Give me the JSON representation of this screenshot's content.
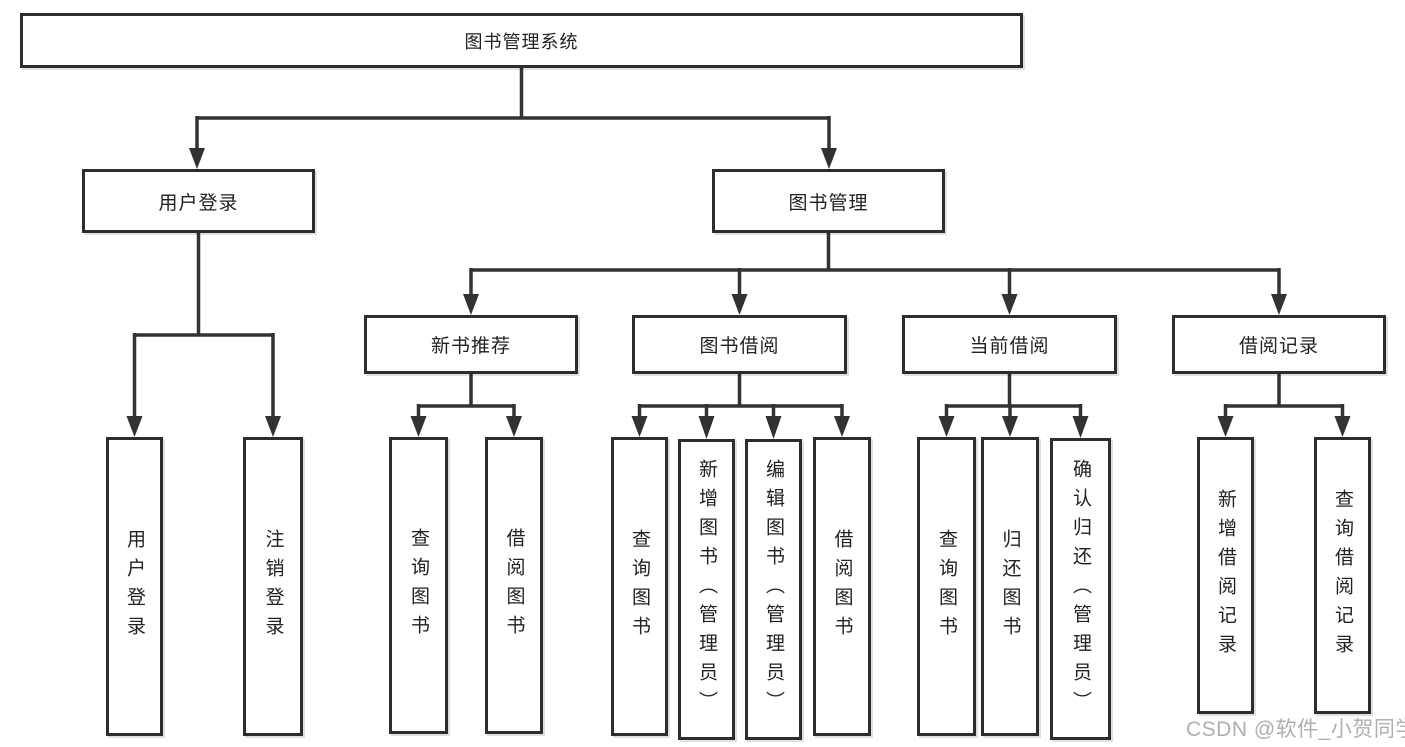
{
  "diagram": {
    "type": "hierarchy-diagram",
    "title": "图书管理系统",
    "watermark": "CSDN @软件_小贺同学",
    "colors": {
      "background": "#ffffff",
      "line": "#323232",
      "box_border": "#2d2d2d",
      "text": "#222222",
      "watermark": "#a8a8ae"
    },
    "nodes": [
      {
        "id": "root",
        "label": "图书管理系统",
        "level": 0,
        "children": [
          "user-login",
          "book-management"
        ]
      },
      {
        "id": "user-login",
        "label": "用户登录",
        "level": 1,
        "children": [
          "leaf-user-login",
          "leaf-logout"
        ]
      },
      {
        "id": "book-management",
        "label": "图书管理",
        "level": 1,
        "children": [
          "new-book-recommend",
          "book-borrowing",
          "current-borrowing",
          "borrow-records"
        ]
      },
      {
        "id": "new-book-recommend",
        "label": "新书推荐",
        "level": 2,
        "children": [
          "leaf-query-books-1",
          "leaf-borrow-books-1"
        ]
      },
      {
        "id": "book-borrowing",
        "label": "图书借阅",
        "level": 2,
        "children": [
          "leaf-query-books-2",
          "leaf-add-books",
          "leaf-edit-books",
          "leaf-borrow-books-2"
        ]
      },
      {
        "id": "current-borrowing",
        "label": "当前借阅",
        "level": 2,
        "children": [
          "leaf-query-books-3",
          "leaf-return-books",
          "leaf-confirm-return"
        ]
      },
      {
        "id": "borrow-records",
        "label": "借阅记录",
        "level": 2,
        "children": [
          "leaf-add-borrow-record",
          "leaf-query-borrow-record"
        ]
      },
      {
        "id": "leaf-user-login",
        "label": "用户登录",
        "level": 3
      },
      {
        "id": "leaf-logout",
        "label": "注销登录",
        "level": 3
      },
      {
        "id": "leaf-query-books-1",
        "label": "查询图书",
        "level": 3
      },
      {
        "id": "leaf-borrow-books-1",
        "label": "借阅图书",
        "level": 3
      },
      {
        "id": "leaf-query-books-2",
        "label": "查询图书",
        "level": 3
      },
      {
        "id": "leaf-add-books",
        "label": "新增图书（管理员）",
        "level": 3
      },
      {
        "id": "leaf-edit-books",
        "label": "编辑图书（管理员）",
        "level": 3
      },
      {
        "id": "leaf-borrow-books-2",
        "label": "借阅图书",
        "level": 3
      },
      {
        "id": "leaf-query-books-3",
        "label": "查询图书",
        "level": 3
      },
      {
        "id": "leaf-return-books",
        "label": "归还图书",
        "level": 3
      },
      {
        "id": "leaf-confirm-return",
        "label": "确认归还（管理员）",
        "level": 3
      },
      {
        "id": "leaf-add-borrow-record",
        "label": "新增借阅记录",
        "level": 3
      },
      {
        "id": "leaf-query-borrow-record",
        "label": "查询借阅记录",
        "level": 3
      }
    ]
  }
}
